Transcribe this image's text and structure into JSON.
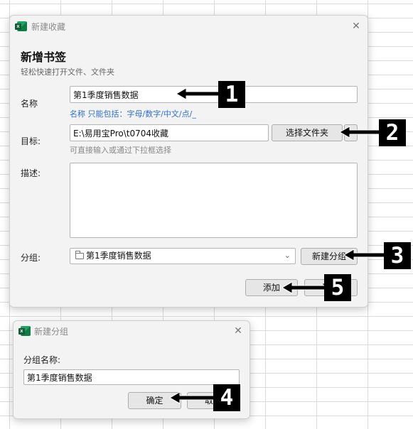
{
  "main_dialog": {
    "title": "新建收藏",
    "heading": "新增书签",
    "subheading": "轻松快速打开文件、文件夹",
    "name_label": "名称",
    "name_value": "第1季度销售数据",
    "name_hint_prefix": "名称",
    "name_hint": "只能包括：字母/数字/中文/点/_",
    "target_label": "目标:",
    "target_value": "E:\\易用宝Pro\\t0704收藏",
    "choose_folder_label": "选择文件夹",
    "target_hint": "可直接输入或通过下拉框选择",
    "desc_label": "描述:",
    "desc_value": "",
    "group_label": "分组:",
    "group_value": "第1季度销售数据",
    "new_group_label": "新建分组",
    "add_label": "添加",
    "cancel_label": "取消"
  },
  "group_dialog": {
    "title": "新建分组",
    "group_name_label": "分组名称:",
    "group_name_value": "第1季度销售数据",
    "ok_label": "确定",
    "cancel_label": "取消"
  },
  "callouts": [
    "1",
    "2",
    "3",
    "4",
    "5"
  ],
  "icons": {
    "app": "excel-app-icon",
    "close": "close-icon",
    "folder": "folder-icon",
    "dropdown": "chevron-down-icon",
    "arrow": "arrow-left-icon"
  },
  "colors": {
    "dialog_bg": "#f3f3f3",
    "hint_blue": "#2f6fd1",
    "callout": "#000000",
    "excel_green": "#107c41"
  }
}
